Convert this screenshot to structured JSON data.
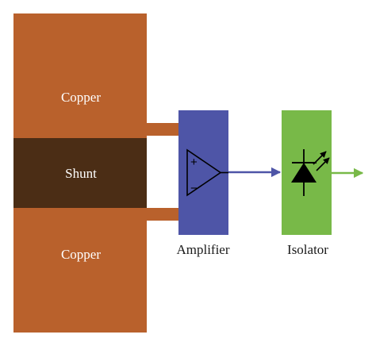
{
  "blocks": {
    "top_copper": {
      "label": "Copper"
    },
    "shunt": {
      "label": "Shunt"
    },
    "bottom_copper": {
      "label": "Copper"
    },
    "amplifier": {
      "label": "Amplifier",
      "plus_sign": "+",
      "minus_sign": "−"
    },
    "isolator": {
      "label": "Isolator"
    }
  },
  "colors": {
    "copper": "#b9612c",
    "shunt": "#4b2d15",
    "amplifier": "#4e55a7",
    "isolator": "#78b948",
    "connector_amp_to_iso": "#4e55a7",
    "output_arrow": "#78b948",
    "symbol": "#000000"
  },
  "icons": {
    "amplifier_symbol": "op-amp-triangle-icon",
    "isolator_symbol": "optocoupler-led-icon"
  }
}
